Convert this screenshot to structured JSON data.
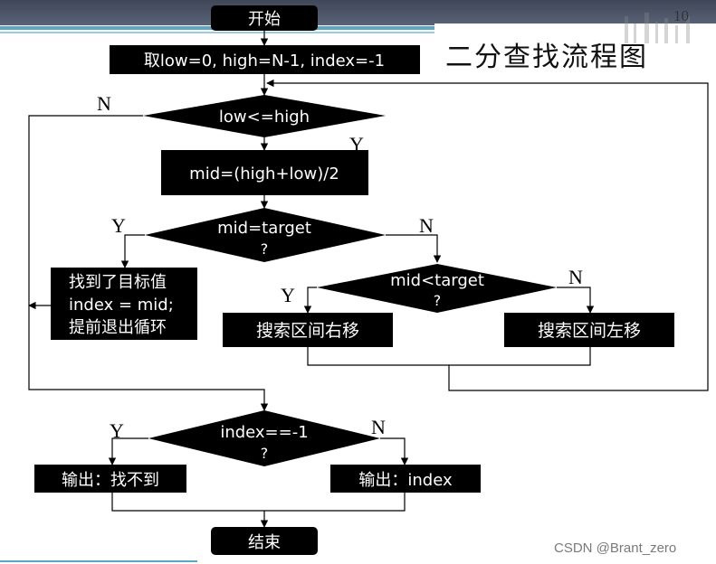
{
  "slide": {
    "title": "二分查找流程图",
    "page_number": "10",
    "watermark": "CSDN @Brant_zero"
  },
  "flowchart": {
    "start": "开始",
    "init": "取low=0, high=N-1, index=-1",
    "loop_condition": "low<=high",
    "compute_mid": "mid=(high+low)/2",
    "check_found": [
      "mid=target",
      "?"
    ],
    "found_action": [
      "找到了目标值",
      "index = mid;",
      "提前退出循环"
    ],
    "check_less": [
      "mid<target",
      "?"
    ],
    "move_right": "搜索区间右移",
    "move_left": "搜索区间左移",
    "check_index": [
      "index==-1",
      "?"
    ],
    "output_not_found": "输出：找不到",
    "output_index": "输出：index",
    "end": "结束",
    "labels": {
      "loop_no": "N",
      "loop_yes": "Y",
      "found_yes": "Y",
      "found_no": "N",
      "less_yes": "Y",
      "less_no": "N",
      "index_yes": "Y",
      "index_no": "N"
    }
  },
  "colors": {
    "node_fill": "#000000",
    "node_text": "#ffffff",
    "line": "#000000",
    "header_band": "#4a5568",
    "header_accent": "#5ea7c4"
  }
}
